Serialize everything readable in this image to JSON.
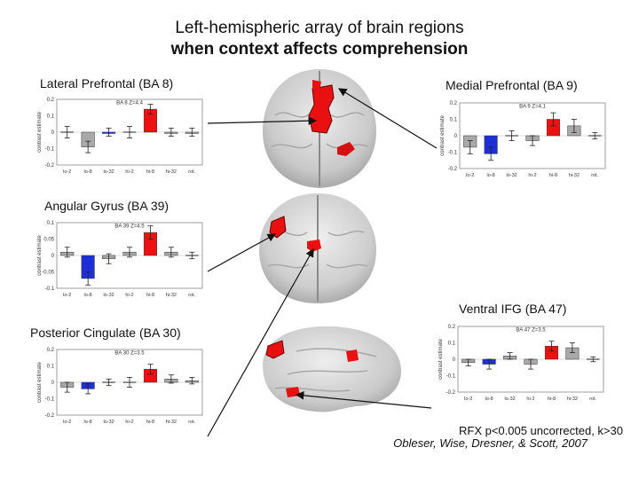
{
  "title": {
    "line1": "Left-hemispheric array of brain regions",
    "line2": "when context affects comprehension"
  },
  "panels": {
    "ba8": "Lateral Prefrontal (BA 8)",
    "ba9": "Medial Prefrontal (BA 9)",
    "ba39": "Angular Gyrus (BA 39)",
    "ba47": "Ventral IFG (BA 47)",
    "ba30": "Posterior Cingulate (BA 30)"
  },
  "footer": {
    "stats": "RFX p<0.005 uncorrected, k>30",
    "citation": "Obleser, Wise, Dresner, & Scott, 2007"
  },
  "colors": {
    "gray": "#a9a9a9",
    "blue": "#1f2fd6",
    "red": "#ee1111",
    "brain": "#cfcfcf"
  },
  "chart_data": [
    {
      "id": "ba8",
      "type": "bar",
      "title": "BA 8 Z=4.4",
      "ylabel": "contrast estimate",
      "categories": [
        "lo-2",
        "lo-8",
        "lo-32",
        "hi-2",
        "hi-8",
        "hi-32",
        "rot."
      ],
      "values": [
        0.0,
        -0.09,
        0.0,
        0.0,
        0.14,
        0.0,
        0.0
      ],
      "errors": [
        0.035,
        0.035,
        0.025,
        0.035,
        0.03,
        0.025,
        0.025
      ],
      "bar_colors": [
        "none",
        "gray",
        "blue",
        "none",
        "red",
        "gray",
        "gray"
      ],
      "ylim": [
        -0.2,
        0.2
      ],
      "yticks": [
        "0.2",
        "0.1",
        "0",
        "-0.1",
        "-0.2"
      ],
      "ytick_values": [
        0.2,
        0.1,
        0,
        -0.1,
        -0.2
      ]
    },
    {
      "id": "ba9",
      "type": "bar",
      "title": "BA 9 Z=4.1",
      "ylabel": "contrast estimate",
      "categories": [
        "lo-2",
        "lo-8",
        "lo-32",
        "hi-2",
        "hi-8",
        "hi-32",
        "rot."
      ],
      "values": [
        -0.07,
        -0.11,
        0.0,
        -0.03,
        0.1,
        0.06,
        0.0
      ],
      "errors": [
        0.04,
        0.04,
        0.03,
        0.03,
        0.04,
        0.04,
        0.02
      ],
      "bar_colors": [
        "gray",
        "blue",
        "none",
        "gray",
        "red",
        "gray",
        "none"
      ],
      "ylim": [
        -0.2,
        0.2
      ],
      "yticks": [
        "0.2",
        "0.1",
        "0",
        "-0.1",
        "-0.2"
      ],
      "ytick_values": [
        0.2,
        0.1,
        0,
        -0.1,
        -0.2
      ]
    },
    {
      "id": "ba39",
      "type": "bar",
      "title": "BA 39 Z=4.5",
      "ylabel": "contrast estimate",
      "categories": [
        "lo-2",
        "lo-8",
        "lo-32",
        "hi-2",
        "hi-8",
        "hi-32",
        "rot."
      ],
      "values": [
        0.01,
        -0.07,
        -0.01,
        0.01,
        0.07,
        0.01,
        0.0
      ],
      "errors": [
        0.015,
        0.02,
        0.015,
        0.015,
        0.02,
        0.015,
        0.01
      ],
      "bar_colors": [
        "gray",
        "blue",
        "gray",
        "gray",
        "red",
        "gray",
        "none"
      ],
      "ylim": [
        -0.1,
        0.1
      ],
      "yticks": [
        "0.1",
        "0.05",
        "0",
        "-0.05",
        "-0.1"
      ],
      "ytick_values": [
        0.1,
        0.05,
        0,
        -0.05,
        -0.1
      ]
    },
    {
      "id": "ba30",
      "type": "bar",
      "title": "BA 30 Z=3.5",
      "ylabel": "contrast estimate",
      "categories": [
        "lo-2",
        "lo-8",
        "lo-32",
        "hi-2",
        "hi-8",
        "hi-32",
        "rot."
      ],
      "values": [
        -0.03,
        -0.04,
        0.0,
        0.0,
        0.08,
        0.02,
        0.01
      ],
      "errors": [
        0.03,
        0.03,
        0.02,
        0.03,
        0.03,
        0.025,
        0.02
      ],
      "bar_colors": [
        "gray",
        "blue",
        "none",
        "none",
        "red",
        "gray",
        "gray"
      ],
      "ylim": [
        -0.2,
        0.2
      ],
      "yticks": [
        "0.2",
        "0.1",
        "0",
        "-0.1",
        "-0.2"
      ],
      "ytick_values": [
        0.2,
        0.1,
        0,
        -0.1,
        -0.2
      ]
    },
    {
      "id": "ba47",
      "type": "bar",
      "title": "BA 47 Z=3.5",
      "ylabel": "contrast estimate",
      "categories": [
        "lo-2",
        "lo-8",
        "lo-32",
        "hi-2",
        "hi-8",
        "hi-32",
        "rot."
      ],
      "values": [
        -0.02,
        -0.03,
        0.02,
        -0.03,
        0.08,
        0.07,
        0.0
      ],
      "errors": [
        0.02,
        0.03,
        0.02,
        0.03,
        0.03,
        0.03,
        0.015
      ],
      "bar_colors": [
        "gray",
        "blue",
        "gray",
        "gray",
        "red",
        "gray",
        "none"
      ],
      "ylim": [
        -0.2,
        0.2
      ],
      "yticks": [
        "0.2",
        "0.1",
        "0",
        "-0.1",
        "-0.2"
      ],
      "ytick_values": [
        0.2,
        0.1,
        0,
        -0.1,
        -0.2
      ]
    }
  ]
}
